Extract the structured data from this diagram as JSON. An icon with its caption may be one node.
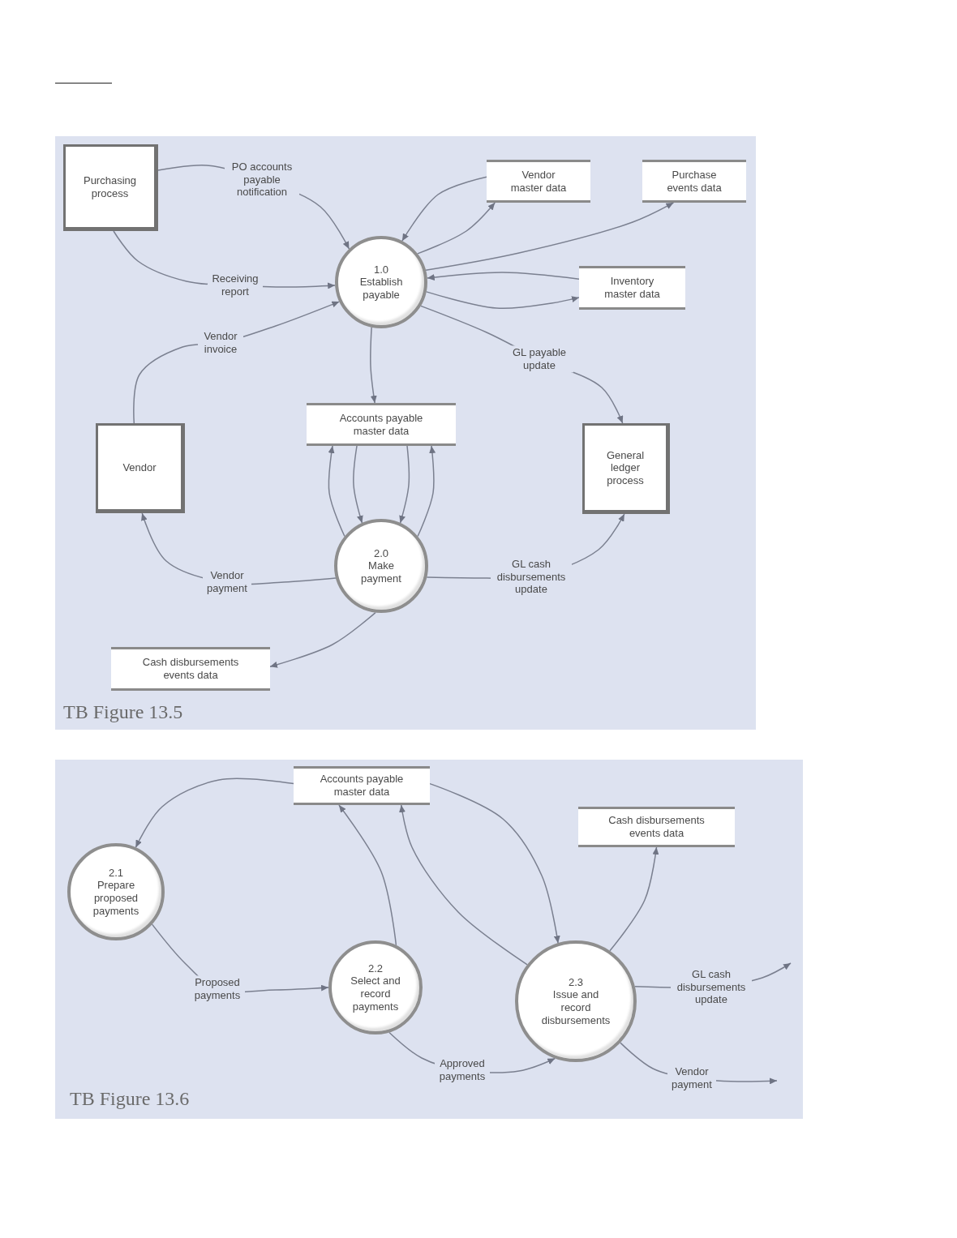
{
  "diagram": {
    "nodes": [
      {
        "text": [
          "TB Figure 13.5"
        ]
      },
      {
        "text": [
          "Purchasing process"
        ],
        "in": 0
      },
      {
        "text": [
          "Vendor master data"
        ],
        "in": 0
      },
      {
        "text": [
          "Purchase events data"
        ],
        "in": 0
      },
      {
        "text": [
          "1.0",
          "Establish payable"
        ],
        "in": 0
      },
      {
        "text": [
          "Inventory master data"
        ],
        "in": 0
      },
      {
        "text": [
          "Accounts payable master data"
        ],
        "in": 0
      },
      {
        "text": [
          "Vendor"
        ],
        "in": 0
      },
      {
        "text": [
          "General ledger process"
        ],
        "in": 0
      },
      {
        "text": [
          "2.0",
          "Make payment"
        ],
        "in": 0
      },
      {
        "text": [
          "Cash disbursements events data"
        ],
        "in": 0
      },
      {
        "text": [
          "TB Figure 13.6"
        ]
      },
      {
        "text": [
          "Accounts payable master data"
        ],
        "in": 11
      },
      {
        "text": [
          "Cash disbursements events data"
        ],
        "in": 11
      },
      {
        "text": [
          "2.1",
          "Prepare proposed payments"
        ],
        "in": 11
      },
      {
        "text": [
          "2.2",
          "Select and record payments"
        ],
        "in": 11
      },
      {
        "text": [
          "2.3",
          "Issue and record disbursements"
        ],
        "in": 11
      }
    ],
    "edges": [
      {
        "from": 1,
        "to": 4,
        "label": "PO accounts payable notification",
        "arrow": "to"
      },
      {
        "from": 1,
        "to": 4,
        "label": "Receiving report",
        "arrow": "to"
      },
      {
        "from": 7,
        "to": 4,
        "label": "Vendor invoice",
        "arrow": "to"
      },
      {
        "from": 2,
        "to": 4,
        "arrow": "to"
      },
      {
        "from": 4,
        "to": 2,
        "arrow": "to"
      },
      {
        "from": 4,
        "to": 3,
        "arrow": "to"
      },
      {
        "from": 5,
        "to": 4,
        "arrow": "to"
      },
      {
        "from": 4,
        "to": 5,
        "arrow": "to"
      },
      {
        "from": 4,
        "to": 6,
        "arrow": "to"
      },
      {
        "from": 4,
        "to": 8,
        "label": "GL payable update",
        "arrow": "to"
      },
      {
        "from": 9,
        "to": 6,
        "arrow": "to"
      },
      {
        "from": 6,
        "to": 9,
        "arrow": "to"
      },
      {
        "from": 6,
        "to": 9,
        "arrow": "to"
      },
      {
        "from": 9,
        "to": 6,
        "arrow": "to"
      },
      {
        "from": 9,
        "to": 7,
        "label": "Vendor payment",
        "arrow": "to"
      },
      {
        "from": 9,
        "to": 8,
        "label": "GL cash disbursements update",
        "arrow": "to"
      },
      {
        "from": 9,
        "to": 10,
        "arrow": "to"
      },
      {
        "from": 12,
        "to": 14,
        "arrow": "to"
      },
      {
        "from": 15,
        "to": 12,
        "arrow": "to"
      },
      {
        "from": 16,
        "to": 12,
        "arrow": "to"
      },
      {
        "from": 12,
        "to": 16,
        "arrow": "to"
      },
      {
        "from": 16,
        "to": 13,
        "arrow": "to"
      },
      {
        "from": 14,
        "to": 15,
        "label": "Proposed payments",
        "arrow": "to"
      },
      {
        "from": 15,
        "to": 16,
        "label": "Approved payments",
        "arrow": "to"
      },
      {
        "from": 16,
        "to": null,
        "label": "GL cash disbursements update",
        "arrow": "to"
      },
      {
        "from": 16,
        "to": null,
        "label": "Vendor payment",
        "arrow": "to"
      }
    ]
  }
}
